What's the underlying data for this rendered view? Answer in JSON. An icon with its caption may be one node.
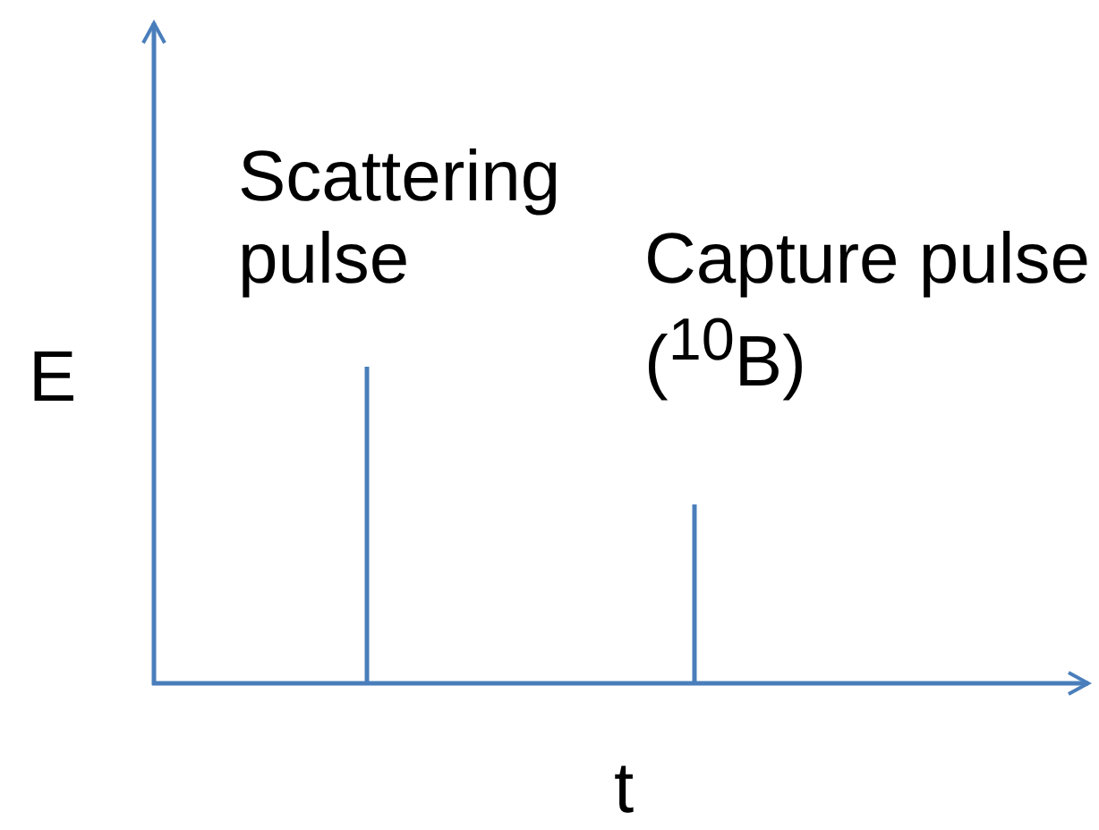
{
  "diagram": {
    "labels": [
      "Scattering pulse",
      "Capture pulse ($^{10}$B)",
      "E",
      "t"
    ]
  }
}
